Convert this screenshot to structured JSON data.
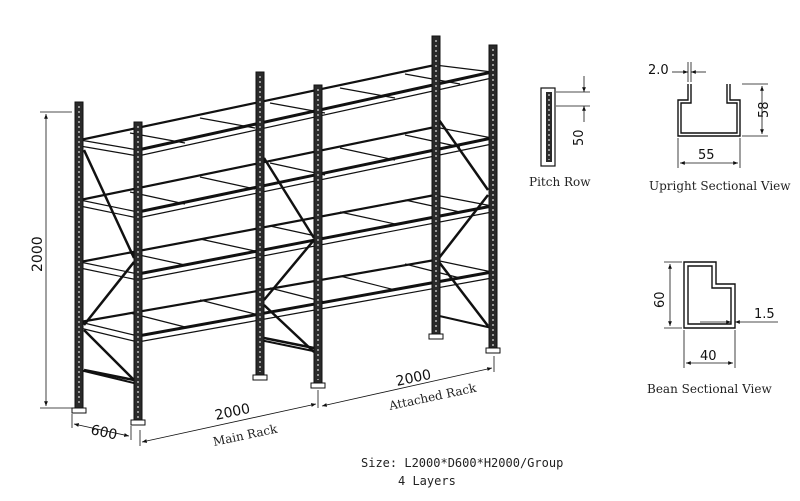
{
  "rack": {
    "height_dim": "2000",
    "depth_dim": "600",
    "main_length_dim": "2000",
    "attached_length_dim": "2000",
    "main_label": "Main Rack",
    "attached_label": "Attached Rack"
  },
  "pitch_row": {
    "label": "Pitch Row",
    "dim": "50"
  },
  "upright_section": {
    "label": "Upright Sectional View",
    "thickness": "2.0",
    "height": "58",
    "width": "55"
  },
  "beam_section": {
    "label": "Bean Sectional View",
    "height": "60",
    "thickness": "1.5",
    "width": "40"
  },
  "spec": {
    "size": "Size: L2000*D600*H2000/Group",
    "layers": "4 Layers"
  },
  "colors": {
    "line": "#111111",
    "upright_fill": "#2a2a2a",
    "background": "#ffffff"
  }
}
